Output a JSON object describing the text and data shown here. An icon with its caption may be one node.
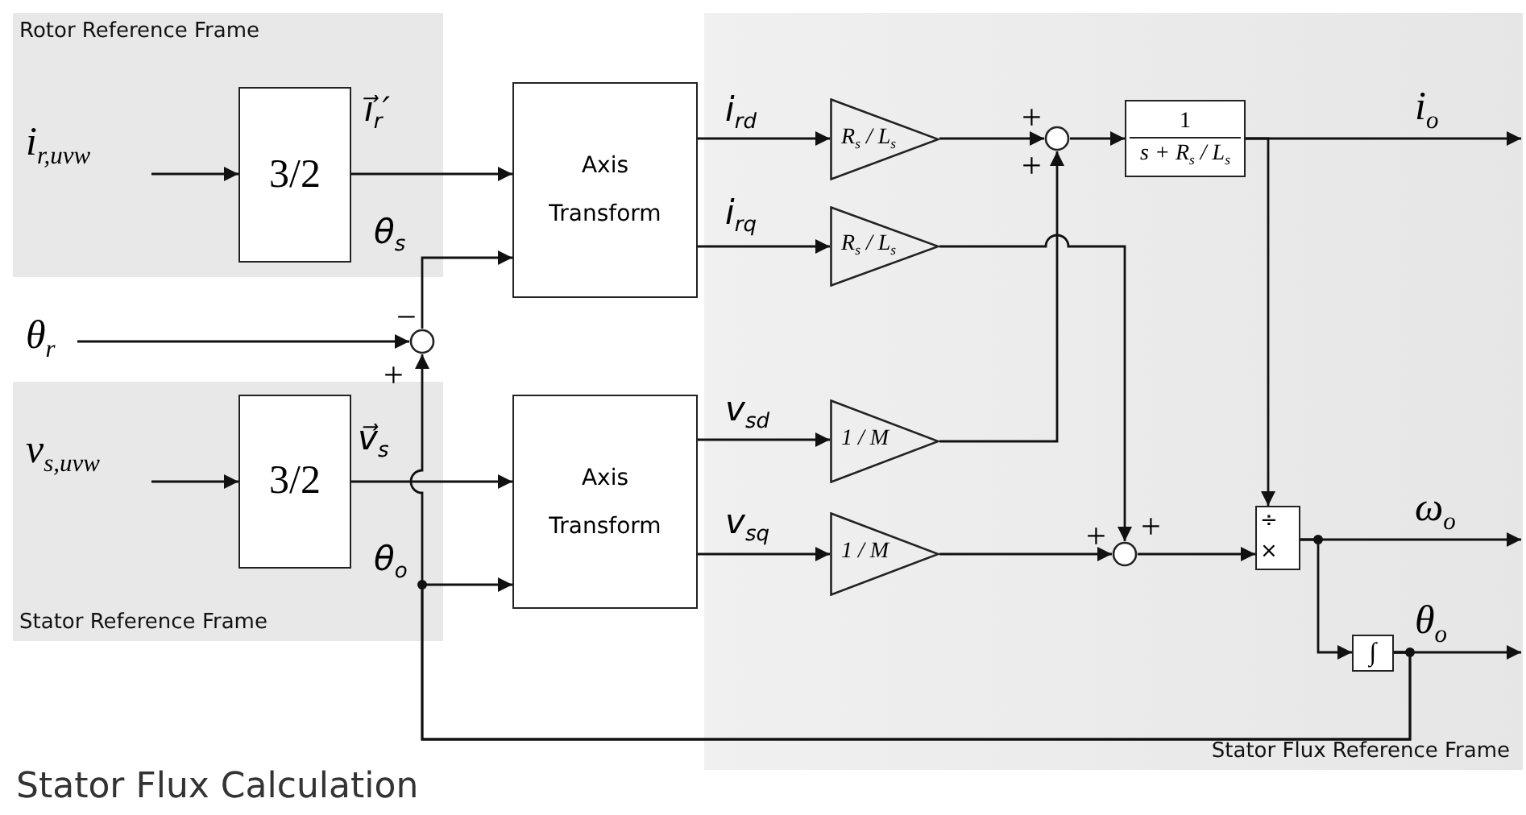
{
  "diagram": {
    "caption": "Stator Flux Calculation",
    "nodes": [
      {
        "text": [
          "Rotor Reference Frame"
        ]
      },
      {
        "text": [
          "Stator Reference Frame"
        ]
      },
      {
        "text": [
          "Stator Flux Reference Frame"
        ]
      },
      {
        "text": [
          "i$_{r,uvw}$"
        ],
        "in": 0
      },
      {
        "text": [
          "3/2"
        ],
        "in": 0
      },
      {
        "text": [
          "Axis Transform"
        ]
      },
      {
        "text": [
          "θ$_{r}$"
        ]
      },
      {
        "text": [],
        "shape": "circle",
        "beside": [
          "−",
          "+"
        ]
      },
      {
        "text": [
          "v$_{s,uvw}$"
        ],
        "in": 1
      },
      {
        "text": [
          "3/2"
        ],
        "in": 1
      },
      {
        "text": [
          "Axis Transform"
        ]
      },
      {
        "text": [
          "R$_{s}$ / L$_{s}$"
        ],
        "in": 2
      },
      {
        "text": [
          "R$_{s}$ / L$_{s}$"
        ],
        "in": 2
      },
      {
        "text": [
          "1 / *M*"
        ],
        "in": 2
      },
      {
        "text": [
          "1 / *M*"
        ],
        "in": 2
      },
      {
        "text": [],
        "shape": "circle",
        "beside": [
          "+",
          "+"
        ],
        "in": 2
      },
      {
        "text": [
          "1",
          "s + R$_{s}$ / L$_{s}$"
        ],
        "in": 2
      },
      {
        "text": [],
        "shape": "circle",
        "beside": [
          "+",
          "+"
        ],
        "in": 2
      },
      {
        "text": [
          "÷",
          "×"
        ],
        "in": 2
      },
      {
        "text": [
          "∫"
        ],
        "in": 2
      },
      {
        "text": [
          "i$_{o}$"
        ],
        "in": 2
      },
      {
        "text": [
          "ω$_{o}$"
        ],
        "in": 2
      },
      {
        "text": [
          "θ$_{o}$"
        ],
        "in": 2
      }
    ],
    "edges": [
      {
        "from": 3,
        "to": 4,
        "arrow": "to"
      },
      {
        "from": 4,
        "to": 5,
        "arrow": "to",
        "label": "i⃗$_{r}$′"
      },
      {
        "from": 7,
        "to": 5,
        "arrow": "to",
        "label": "θ$_{s}$"
      },
      {
        "from": 6,
        "to": 7,
        "arrow": "to"
      },
      {
        "from": 8,
        "to": 9,
        "arrow": "to"
      },
      {
        "from": 9,
        "to": 10,
        "arrow": "to",
        "label": "v⃗$_{s}$"
      },
      {
        "from": 5,
        "to": 11,
        "arrow": "to",
        "label": "i$_{rd}$"
      },
      {
        "from": 5,
        "to": 12,
        "arrow": "to",
        "label": "i$_{rq}$"
      },
      {
        "from": 10,
        "to": 13,
        "arrow": "to",
        "label": "v$_{sd}$"
      },
      {
        "from": 10,
        "to": 14,
        "arrow": "to",
        "label": "v$_{sq}$"
      },
      {
        "from": 11,
        "to": 15,
        "arrow": "to"
      },
      {
        "from": 13,
        "to": 15,
        "arrow": "to"
      },
      {
        "from": 12,
        "to": 17,
        "arrow": "to"
      },
      {
        "from": 14,
        "to": 17,
        "arrow": "to"
      },
      {
        "from": 15,
        "to": 16,
        "arrow": "to"
      },
      {
        "from": 16,
        "to": 20,
        "arrow": "to"
      },
      {
        "from": 16,
        "to": 18,
        "arrow": "to"
      },
      {
        "from": 17,
        "to": 18,
        "arrow": "to"
      },
      {
        "from": 18,
        "to": 21,
        "arrow": "to"
      },
      {
        "from": 18,
        "to": 19,
        "arrow": "to"
      },
      {
        "from": 19,
        "to": 22,
        "arrow": "to"
      },
      {
        "from": 19,
        "to": 7,
        "arrow": "to"
      },
      {
        "from": 19,
        "to": 10,
        "arrow": "to",
        "label": "θ$_{o}$"
      }
    ]
  }
}
